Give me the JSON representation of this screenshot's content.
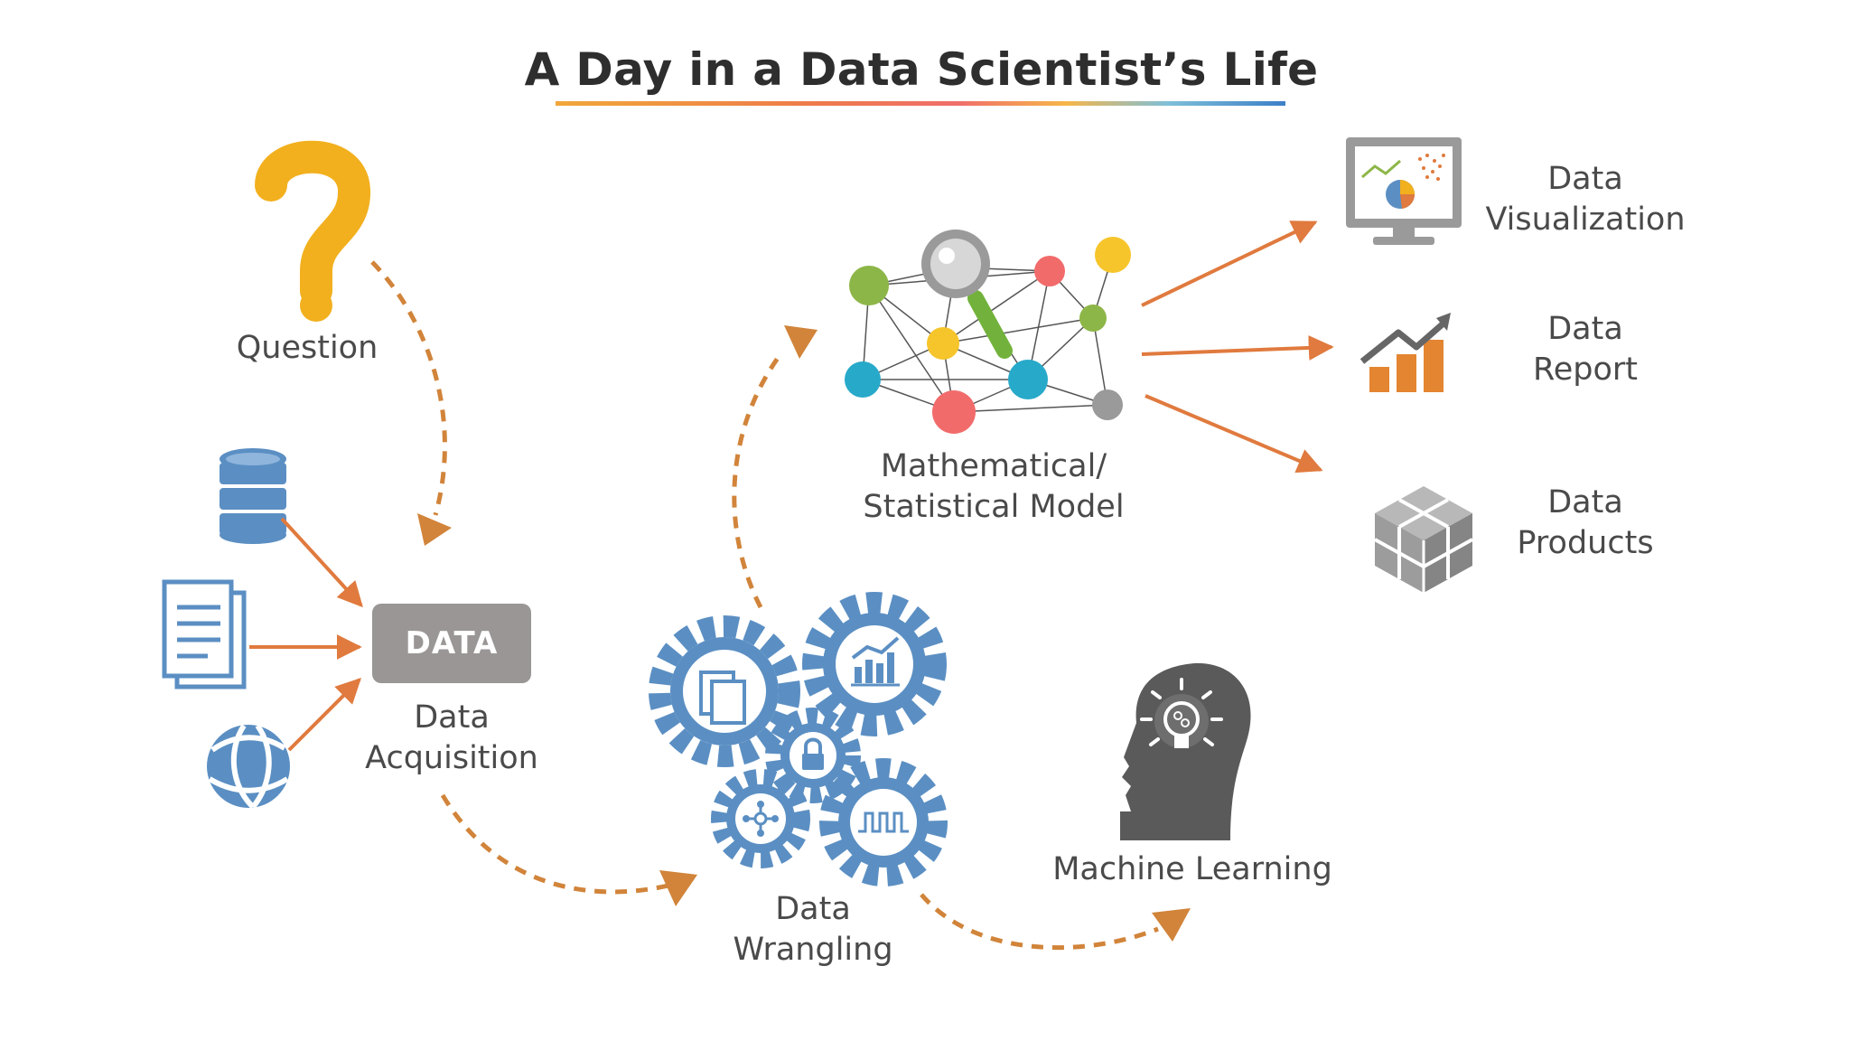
{
  "title": "A Day in a Data Scientist’s Life",
  "colors": {
    "arrow": "#e07a3e",
    "dashed_arrow": "#d1843a",
    "question_mark": "#f2b01e",
    "blue_icons": "#5b8fc3",
    "data_box": "#9a9696",
    "text": "#4a4a4a"
  },
  "nodes": {
    "question": {
      "label": "Question",
      "icon": "question-mark-icon"
    },
    "data_acquisition": {
      "box_label": "DATA",
      "label_line1": "Data",
      "label_line2": "Acquisition",
      "sources": [
        "database-icon",
        "document-icon",
        "globe-icon"
      ]
    },
    "data_wrangling": {
      "label_line1": "Data",
      "label_line2": "Wrangling",
      "icons": [
        "gear-documents-icon",
        "gear-chart-icon",
        "gear-lock-icon",
        "gear-network-icon",
        "gear-signal-icon"
      ]
    },
    "model": {
      "label_line1": "Mathematical/",
      "label_line2": "Statistical Model",
      "icon": "network-magnifier-icon"
    },
    "machine_learning": {
      "label": "Machine Learning",
      "icon": "head-lightbulb-icon"
    },
    "outputs": [
      {
        "label_line1": "Data",
        "label_line2": "Visualization",
        "icon": "monitor-charts-icon"
      },
      {
        "label_line1": "Data",
        "label_line2": "Report",
        "icon": "bar-chart-arrow-icon"
      },
      {
        "label_line1": "Data",
        "label_line2": "Products",
        "icon": "cube-boxes-icon"
      }
    ]
  }
}
